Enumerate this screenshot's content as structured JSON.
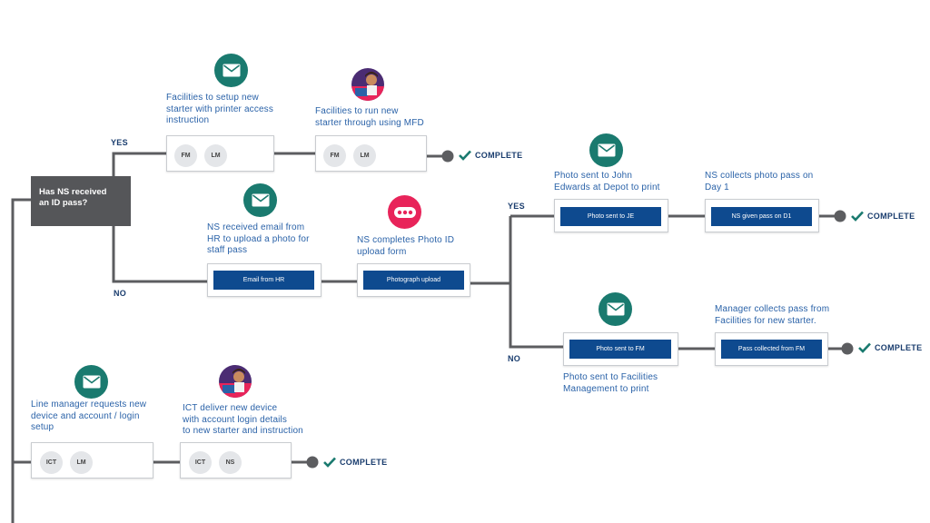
{
  "colors": {
    "line": "#5c5d60",
    "teal": "#1a7a6f",
    "magenta": "#e8245a",
    "navy": "#0e4a8f",
    "label_blue": "#2a62a8",
    "complete_text": "#1a3d6e"
  },
  "decision": {
    "label": "Has NS received\nan ID pass?"
  },
  "branches": {
    "top_yes": "YES",
    "top_no": "NO",
    "photo_yes": "YES",
    "photo_no": "NO"
  },
  "complete_label": "COMPLETE",
  "steps": {
    "setup_printer": {
      "icon": "envelope-icon",
      "text": "Facilities to setup new\nstarter with printer access\ninstruction",
      "chips": [
        "FM",
        "LM"
      ]
    },
    "run_mfd": {
      "icon": "person-avatar-icon",
      "text": "Facilities to run new\nstarter through using MFD",
      "chips": [
        "FM",
        "LM"
      ]
    },
    "email_hr": {
      "icon": "envelope-icon",
      "text": "NS received email from\nHR to upload a photo for\nstaff pass",
      "bar": "Email from HR"
    },
    "photo_upload": {
      "icon": "more-dots-icon",
      "text": "NS completes Photo ID\nupload form",
      "bar": "Photograph upload"
    },
    "sent_je": {
      "icon": "envelope-icon",
      "text": "Photo sent to John\nEdwards at Depot to print",
      "bar": "Photo sent to JE"
    },
    "pass_d1": {
      "text": "NS collects photo pass on\nDay 1",
      "bar": "NS given pass on D1"
    },
    "sent_fm": {
      "icon": "envelope-icon",
      "text": "Photo sent to Facilities\nManagement to print",
      "bar": "Photo sent to FM"
    },
    "pass_fm": {
      "text": "Manager collects pass from\nFacilities for new starter.",
      "bar": "Pass collected from FM"
    },
    "device_request": {
      "icon": "envelope-icon",
      "text": "Line manager requests new\ndevice and account / login\nsetup",
      "chips": [
        "ICT",
        "LM"
      ]
    },
    "ict_deliver": {
      "icon": "person-avatar-icon",
      "text": "ICT deliver new device\nwith account login details\nto new starter and instruction",
      "chips": [
        "ICT",
        "NS"
      ]
    }
  }
}
